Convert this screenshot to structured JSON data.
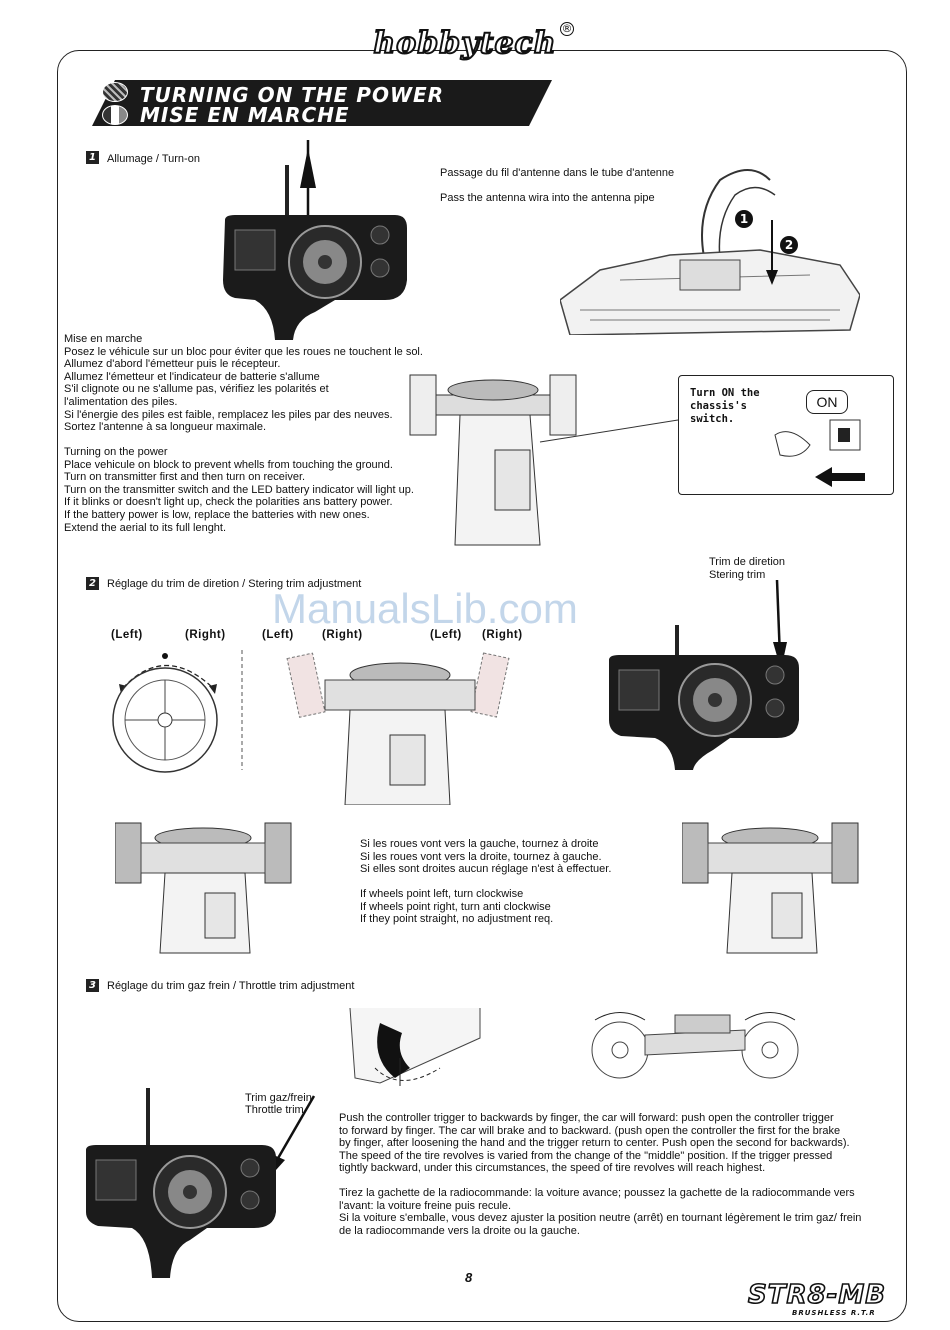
{
  "brand": {
    "logo_text": "hobbytech",
    "registered": "®"
  },
  "banner": {
    "line1": "TURNING ON THE POWER",
    "line2": "MISE EN MARCHE"
  },
  "step1": {
    "number": "1",
    "title": "Allumage / Turn-on",
    "antenna_fr": "Passage du fil d'antenne dans le tube d'antenne",
    "antenna_en": "Pass the antenna wira into the antenna pipe",
    "callout_1": "1",
    "callout_2": "2",
    "fr_lines": [
      "Mise en marche",
      "Posez le véhicule sur un bloc pour éviter que les roues ne touchent le sol.",
      "Allumez d'abord l'émetteur puis le récepteur.",
      "Allumez l'émetteur et l'indicateur de batterie s'allume",
      "S'il clignote ou ne s'allume pas, vérifiez les polarités et",
      "l'alimentation des piles.",
      "Si l'énergie des piles est faible, remplacez les piles par des neuves.",
      "Sortez l'antenne à sa longueur maximale."
    ],
    "en_lines": [
      "Turning on the power",
      "Place vehicule on block to prevent whells from touching the ground.",
      "Turn on transmitter first and then turn on receiver.",
      "Turn on the transmitter switch and the LED battery indicator will light up.",
      "If it blinks or doesn't light up, check the polarities ans battery power.",
      "If the battery power is low, replace the batteries with new ones.",
      "Extend the aerial to its full lenght."
    ],
    "switch_callout": "Turn ON the\nchassis's\nswitch.",
    "switch_on": "ON"
  },
  "step2": {
    "number": "2",
    "title": "Réglage du trim de diretion / Stering trim adjustment",
    "trim_label_1": "Trim de diretion",
    "trim_label_2": "Stering trim",
    "dir_labels": [
      "(Left)",
      "(Right)",
      "(Left)",
      "(Right)",
      "(Left)",
      "(Right)"
    ],
    "fr_lines": [
      "Si les roues vont vers la gauche, tournez à droite",
      "Si les roues vont vers la droite, tournez à gauche.",
      "Si elles sont droites aucun réglage n'est à effectuer."
    ],
    "en_lines": [
      "If wheels point left, turn clockwise",
      "If wheels point right, turn anti clockwise",
      "If they point straight, no adjustment req."
    ]
  },
  "step3": {
    "number": "3",
    "title": "Réglage du trim gaz frein / Throttle trim adjustment",
    "trim_label_1": "Trim gaz/frein",
    "trim_label_2": "Throttle trim",
    "en_lines": [
      "Push the controller trigger to backwards by finger, the car will forward: push open the controller trigger",
      "to forward by finger. The car will brake and to backward. (push open the controller the first for the brake",
      "by finger, after loosening the hand and the trigger return to center. Push open the second for backwards).",
      "The speed of the tire revolves is varied from the change of the \"middle\" position. If the trigger pressed",
      "tightly backward, under this circumstances, the speed of tire revolves will reach highest."
    ],
    "fr_lines": [
      "Tirez la gachette de la radiocommande: la voiture avance;  poussez la gachette de la radiocommande vers",
      "l'avant: la voiture freine puis recule.",
      "Si la voiture s'emballe, vous devez ajuster la position neutre (arrêt) en tournant légèrement le trim gaz/ frein",
      "de la radiocommande vers la droite ou la gauche."
    ]
  },
  "watermark": "ManualsLib.com",
  "footer": {
    "page_number": "8",
    "model": "STR8-MB",
    "model_sub": "BRUSHLESS R.T.R"
  }
}
